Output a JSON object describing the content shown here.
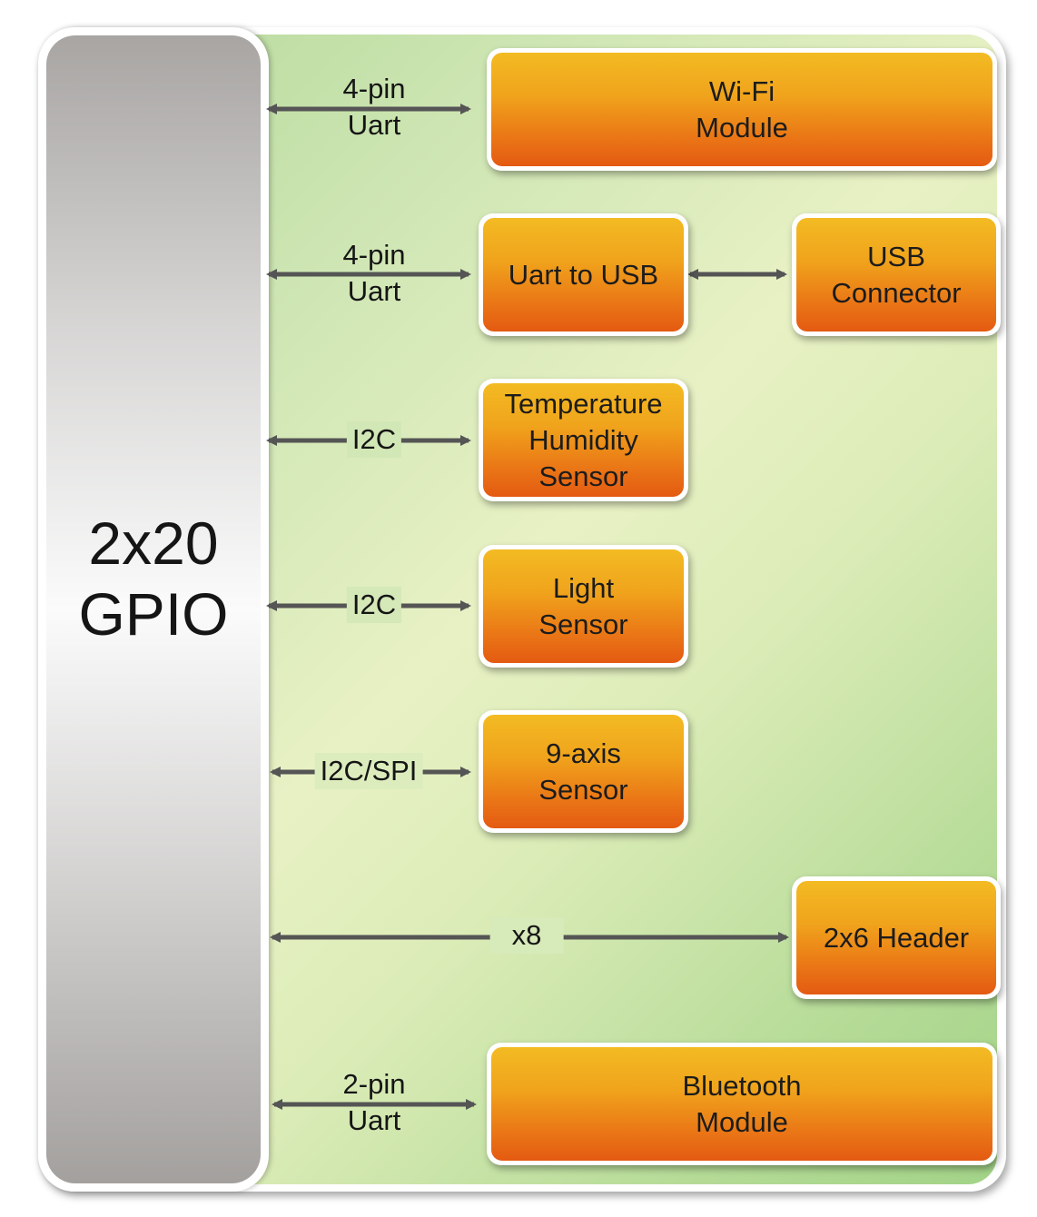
{
  "gpio": {
    "label": "2x20\nGPIO"
  },
  "blocks": {
    "wifi": "Wi-Fi\nModule",
    "uart_usb": "Uart to USB",
    "usb_connector": "USB\nConnector",
    "temp_humidity": "Temperature\nHumidity\nSensor",
    "light": "Light\nSensor",
    "nine_axis": "9-axis\nSensor",
    "header": "2x6 Header",
    "bluetooth": "Bluetooth\nModule"
  },
  "links": {
    "wifi": "4-pin\nUart",
    "uart_usb": "4-pin\nUart",
    "temp_humidity": "I2C",
    "light": "I2C",
    "nine_axis": "I2C/SPI",
    "header": "x8",
    "bluetooth": "2-pin\nUart"
  },
  "colors": {
    "block_top": "#f3bb23",
    "block_bottom": "#e45a12",
    "arrow": "#555555",
    "board_green": "#b4d99a"
  }
}
